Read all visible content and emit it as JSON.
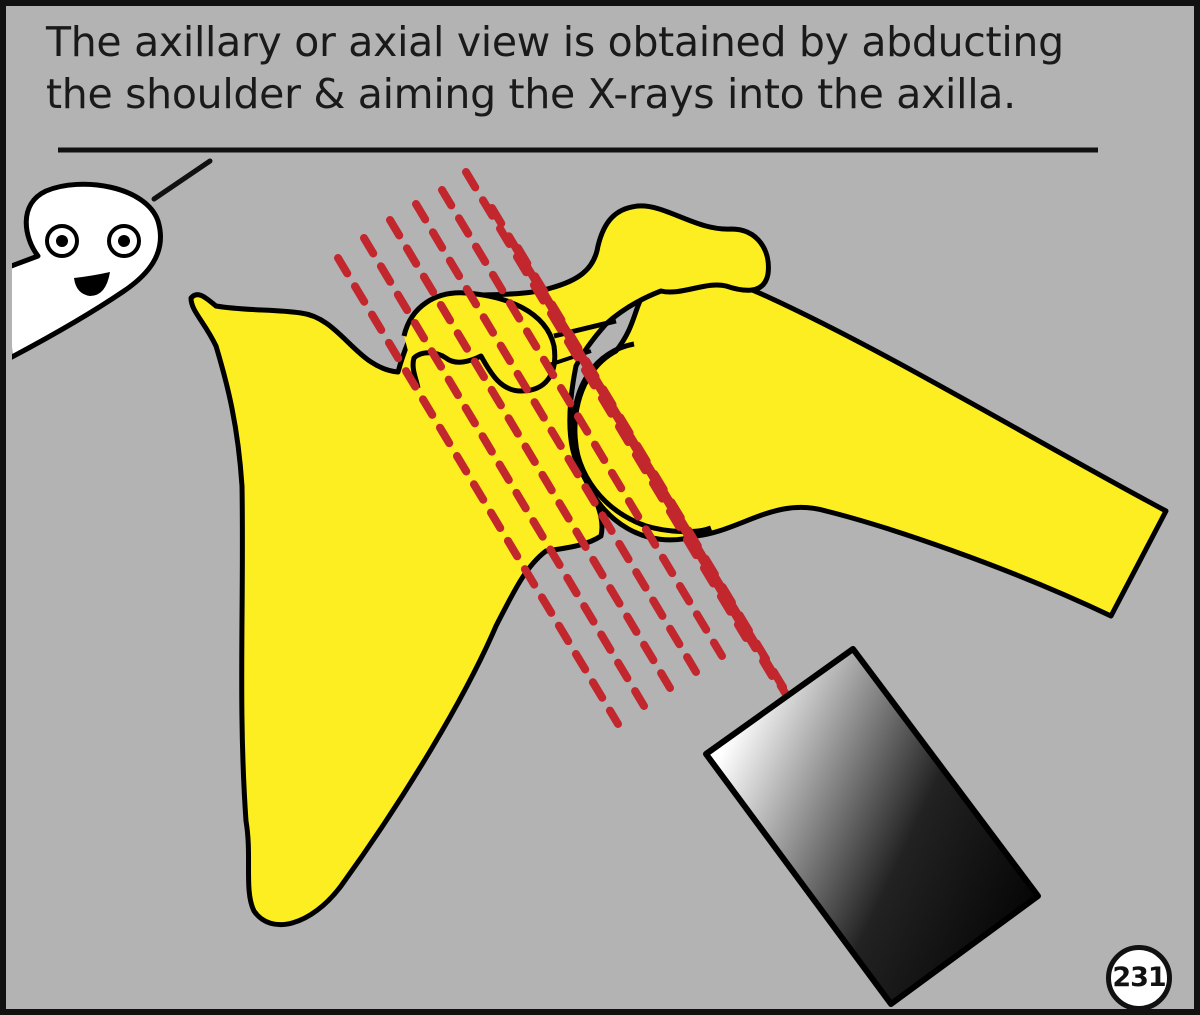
{
  "caption": {
    "line1": "The axillary or axial view is obtained by abducting",
    "line2": "the shoulder & aiming the X-rays into the axilla."
  },
  "page_number": "231",
  "colors": {
    "background": "#b3b3b3",
    "bone": "#fcee21",
    "outline": "#000000",
    "xray_beam": "#c1272d",
    "mascot": "#ffffff"
  },
  "icons": [
    "mascot-character",
    "scapula-bone",
    "humerus-bone",
    "xray-tube",
    "xray-beam"
  ]
}
